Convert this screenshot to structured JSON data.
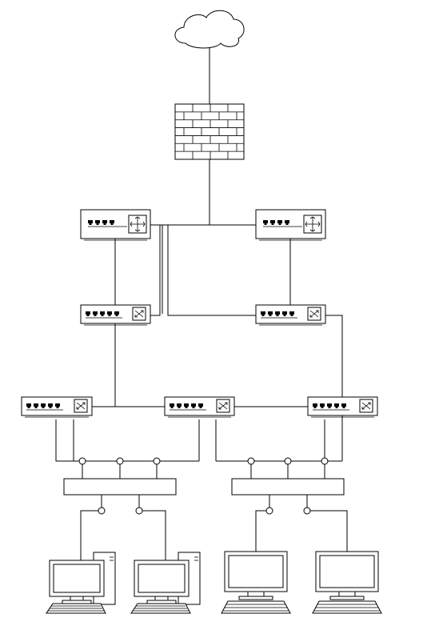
{
  "diagram": {
    "nodes": [
      {
        "id": "internet",
        "kind": "cloud",
        "icon": "cloud-icon"
      },
      {
        "id": "firewall",
        "kind": "firewall",
        "icon": "brick-wall-icon"
      },
      {
        "id": "router-left",
        "kind": "router",
        "icon": "router-icon"
      },
      {
        "id": "router-right",
        "kind": "router",
        "icon": "router-icon"
      },
      {
        "id": "core-switch-left",
        "kind": "switch",
        "icon": "switch-icon"
      },
      {
        "id": "core-switch-right",
        "kind": "switch",
        "icon": "switch-icon"
      },
      {
        "id": "access-switch-1",
        "kind": "switch",
        "icon": "switch-icon"
      },
      {
        "id": "access-switch-2",
        "kind": "switch",
        "icon": "switch-icon"
      },
      {
        "id": "access-switch-3",
        "kind": "switch",
        "icon": "switch-icon"
      },
      {
        "id": "patch-panel-left",
        "kind": "panel",
        "icon": "patch-panel-icon"
      },
      {
        "id": "patch-panel-right",
        "kind": "panel",
        "icon": "patch-panel-icon"
      },
      {
        "id": "pc-1",
        "kind": "desktop",
        "icon": "desktop-computer-icon"
      },
      {
        "id": "pc-2",
        "kind": "desktop",
        "icon": "desktop-computer-icon"
      },
      {
        "id": "workstation-3",
        "kind": "monitor",
        "icon": "monitor-keyboard-icon"
      },
      {
        "id": "workstation-4",
        "kind": "monitor",
        "icon": "monitor-keyboard-icon"
      }
    ],
    "links": [
      [
        "internet",
        "firewall"
      ],
      [
        "firewall",
        "router-left"
      ],
      [
        "firewall",
        "router-right"
      ],
      [
        "router-left",
        "core-switch-left"
      ],
      [
        "router-left",
        "core-switch-right"
      ],
      [
        "router-left",
        "access-switch-2"
      ],
      [
        "router-right",
        "core-switch-right"
      ],
      [
        "core-switch-left",
        "access-switch-1"
      ],
      [
        "core-switch-left",
        "access-switch-3"
      ],
      [
        "core-switch-right",
        "access-switch-3"
      ],
      [
        "access-switch-1",
        "patch-panel-left"
      ],
      [
        "access-switch-2",
        "patch-panel-left"
      ],
      [
        "access-switch-3",
        "patch-panel-right"
      ],
      [
        "patch-panel-left",
        "pc-1"
      ],
      [
        "patch-panel-left",
        "pc-2"
      ],
      [
        "patch-panel-right",
        "workstation-3"
      ],
      [
        "patch-panel-right",
        "workstation-4"
      ]
    ]
  }
}
